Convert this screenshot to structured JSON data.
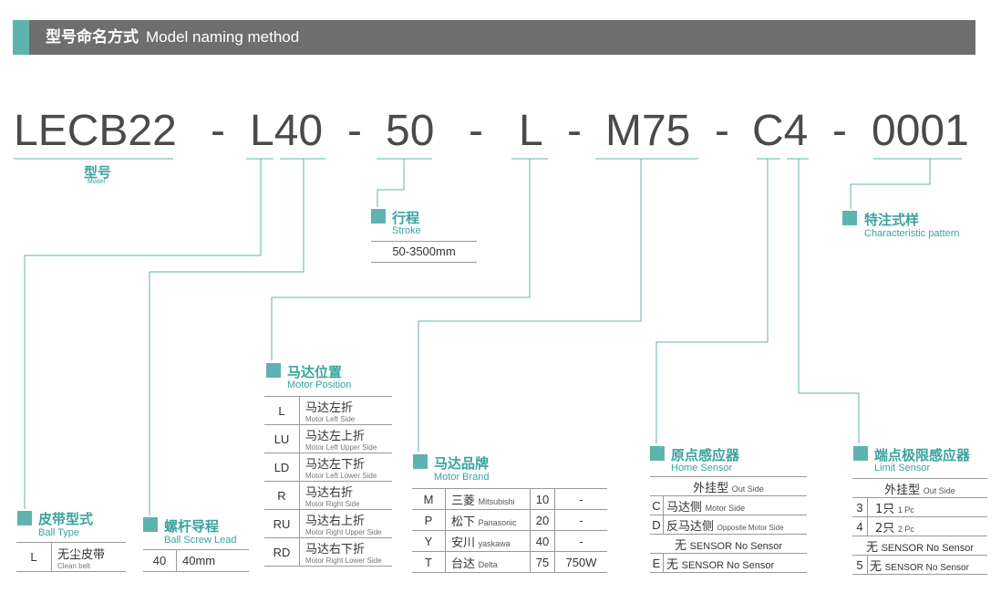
{
  "header": {
    "title_cn": "型号命名方式",
    "title_en": "Model naming method",
    "accent": "#5fb3ae",
    "bar": "#6e6e6e"
  },
  "code": {
    "p1": "LECB22",
    "p2": "L40",
    "p3": "50",
    "p4": "L",
    "p5": "M75",
    "p6": "C4",
    "p7": "0001",
    "sep": "-"
  },
  "model": {
    "cn": "型号",
    "en": "Model"
  },
  "stroke": {
    "cn": "行程",
    "en": "Stroke",
    "value": "50-3500mm"
  },
  "characteristic": {
    "cn": "特注式样",
    "en": "Characteristic pattern"
  },
  "belt": {
    "cn": "皮带型式",
    "en": "Ball Type",
    "key": "L",
    "val_cn": "无尘皮带",
    "val_en": "Clean belt"
  },
  "lead": {
    "cn": "螺杆导程",
    "en": "Ball Screw Lead",
    "key": "40",
    "val": "40mm"
  },
  "motor_position": {
    "cn": "马达位置",
    "en": "Motor Position",
    "rows": [
      {
        "key": "L",
        "cn": "马达左折",
        "en": "Motor Left Side"
      },
      {
        "key": "LU",
        "cn": "马达左上折",
        "en": "Motor Left Upper Side"
      },
      {
        "key": "LD",
        "cn": "马达左下折",
        "en": "Motor Left Lower Side"
      },
      {
        "key": "R",
        "cn": "马达右折",
        "en": "Motor Right Side"
      },
      {
        "key": "RU",
        "cn": "马达右上折",
        "en": "Motor Right Upper Side"
      },
      {
        "key": "RD",
        "cn": "马达右下折",
        "en": "Motor Right Lower Side"
      }
    ]
  },
  "motor_brand": {
    "cn": "马达品牌",
    "en": "Motor Brand",
    "rows": [
      {
        "key": "M",
        "cn": "三菱",
        "en": "Mitsubishi",
        "num": "10",
        "w": "-"
      },
      {
        "key": "P",
        "cn": "松下",
        "en": "Panasonic",
        "num": "20",
        "w": "-"
      },
      {
        "key": "Y",
        "cn": "安川",
        "en": "yaskawa",
        "num": "40",
        "w": "-"
      },
      {
        "key": "T",
        "cn": "台达",
        "en": "Delta",
        "num": "75",
        "w": "750W"
      }
    ]
  },
  "home_sensor": {
    "cn": "原点感应器",
    "en": "Home Sensor",
    "head_cn": "外挂型",
    "head_en": "Out Side",
    "rows": [
      {
        "key": "C",
        "cn": "马达侧",
        "en": "Motor Side"
      },
      {
        "key": "D",
        "cn": "反马达侧",
        "en": "Opposite Motor Side"
      }
    ],
    "none_cn": "无",
    "none_en": "SENSOR No Sensor",
    "e_key": "E",
    "e_cn": "无",
    "e_en": "SENSOR  No Sensor"
  },
  "limit_sensor": {
    "cn": "端点极限感应器",
    "en": "Limit Sensor",
    "head_cn": "外挂型",
    "head_en": "Out Side",
    "rows": [
      {
        "key": "3",
        "cn": "1只",
        "en": "1 Pc"
      },
      {
        "key": "4",
        "cn": "2只",
        "en": "2 Pc"
      }
    ],
    "none_cn": "无",
    "none_en": "SENSOR No Sensor",
    "e_key": "5",
    "e_cn": "无",
    "e_en": "SENSOR No Sensor"
  }
}
